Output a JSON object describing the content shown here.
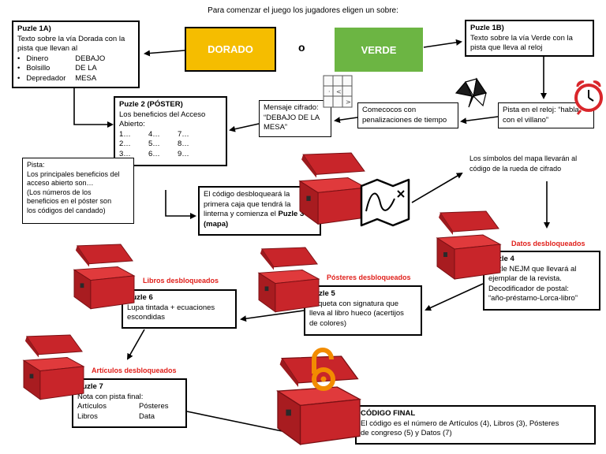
{
  "header": "Para comenzar el juego los jugadores eligen un sobre:",
  "envelopes": {
    "dorado": {
      "label": "DORADO",
      "color": "#f5bd00"
    },
    "or": "o",
    "verde": {
      "label": "VERDE",
      "color": "#6cb543"
    }
  },
  "puzzle1a": {
    "title": "Puzle 1A)",
    "text": [
      "Texto sobre la vía Dorada con la",
      "pista que llevan al"
    ],
    "bullets": [
      {
        "word": "Dinero",
        "hint": "DEBAJO"
      },
      {
        "word": "Bolsillo",
        "hint": "DE LA"
      },
      {
        "word": "Depredador",
        "hint": "MESA"
      }
    ]
  },
  "puzzle1b": {
    "title": "Puzle 1B)",
    "text": [
      "Texto sobre la vía Verde con la",
      "pista que lleva al reloj"
    ]
  },
  "clock_clue": [
    "Pista en el reloj: “habla",
    "con el villano”"
  ],
  "comecocos": [
    "Comecocos con",
    "penalizaciones de tiempo"
  ],
  "cipher_msg": [
    "Mensaje cifrado:",
    "“DEBAJO DE LA",
    "MESA”"
  ],
  "puzzle2": {
    "title": "Puzle 2 (PÓSTER)",
    "text": [
      "Los beneficios del Acceso",
      "Abierto:"
    ],
    "slots": [
      "1…",
      "4…",
      "7…",
      "2…",
      "5…",
      "8…",
      "3…",
      "6…",
      "9…"
    ]
  },
  "hint_box": {
    "title": "Pista:",
    "lines": [
      "Los principales beneficios del",
      "acceso abierto son…",
      "(Los números de los",
      "beneficios en el póster son",
      "los códigos del candado)"
    ]
  },
  "box_code": {
    "lines": [
      "El código desbloqueará la",
      "primera caja que tendrá la",
      "linterna y comienza el"
    ],
    "bold_tail": "Puzle 3",
    "last": "(mapa)"
  },
  "map_symbols": [
    "Los símbolos del mapa llevarán al",
    "código de la rueda de cifrado"
  ],
  "labels": {
    "datos": "Datos desbloqueados",
    "posteres": "Pósteres desbloqueados",
    "libros": "Libros desbloqueados",
    "articulos": "Artículos desbloqueados"
  },
  "puzzle4": {
    "title": "Puzle 4",
    "lines": [
      "Puzle NEJM que llevará al",
      "ejemplar de la revista.",
      "Decodificador de postal:",
      "“año-préstamo-Lorca-libro”"
    ]
  },
  "puzzle5": {
    "title": "Puzle 5",
    "lines": [
      "Etiqueta con signatura que",
      "lleva al libro hueco (acertijos",
      "de colores)"
    ]
  },
  "puzzle6": {
    "title": "Puzle 6",
    "lines": [
      "Lupa tintada + ecuaciones",
      "escondidas"
    ]
  },
  "puzzle7": {
    "title": "Puzle 7",
    "subtitle": "Nota con pista final:",
    "items": [
      "Artículos",
      "Pósteres",
      "Libros",
      "Data"
    ]
  },
  "final": {
    "title": "CÓDIGO FINAL",
    "lines": [
      "El código es el número de Artículos (4), Libros (3), Pósteres",
      "de congreso (5) y Datos (7)"
    ]
  },
  "colors": {
    "chest": "#c8252a",
    "chest_dark": "#8e1418",
    "open_access": "#f28c00",
    "clock": "#d9262b"
  }
}
